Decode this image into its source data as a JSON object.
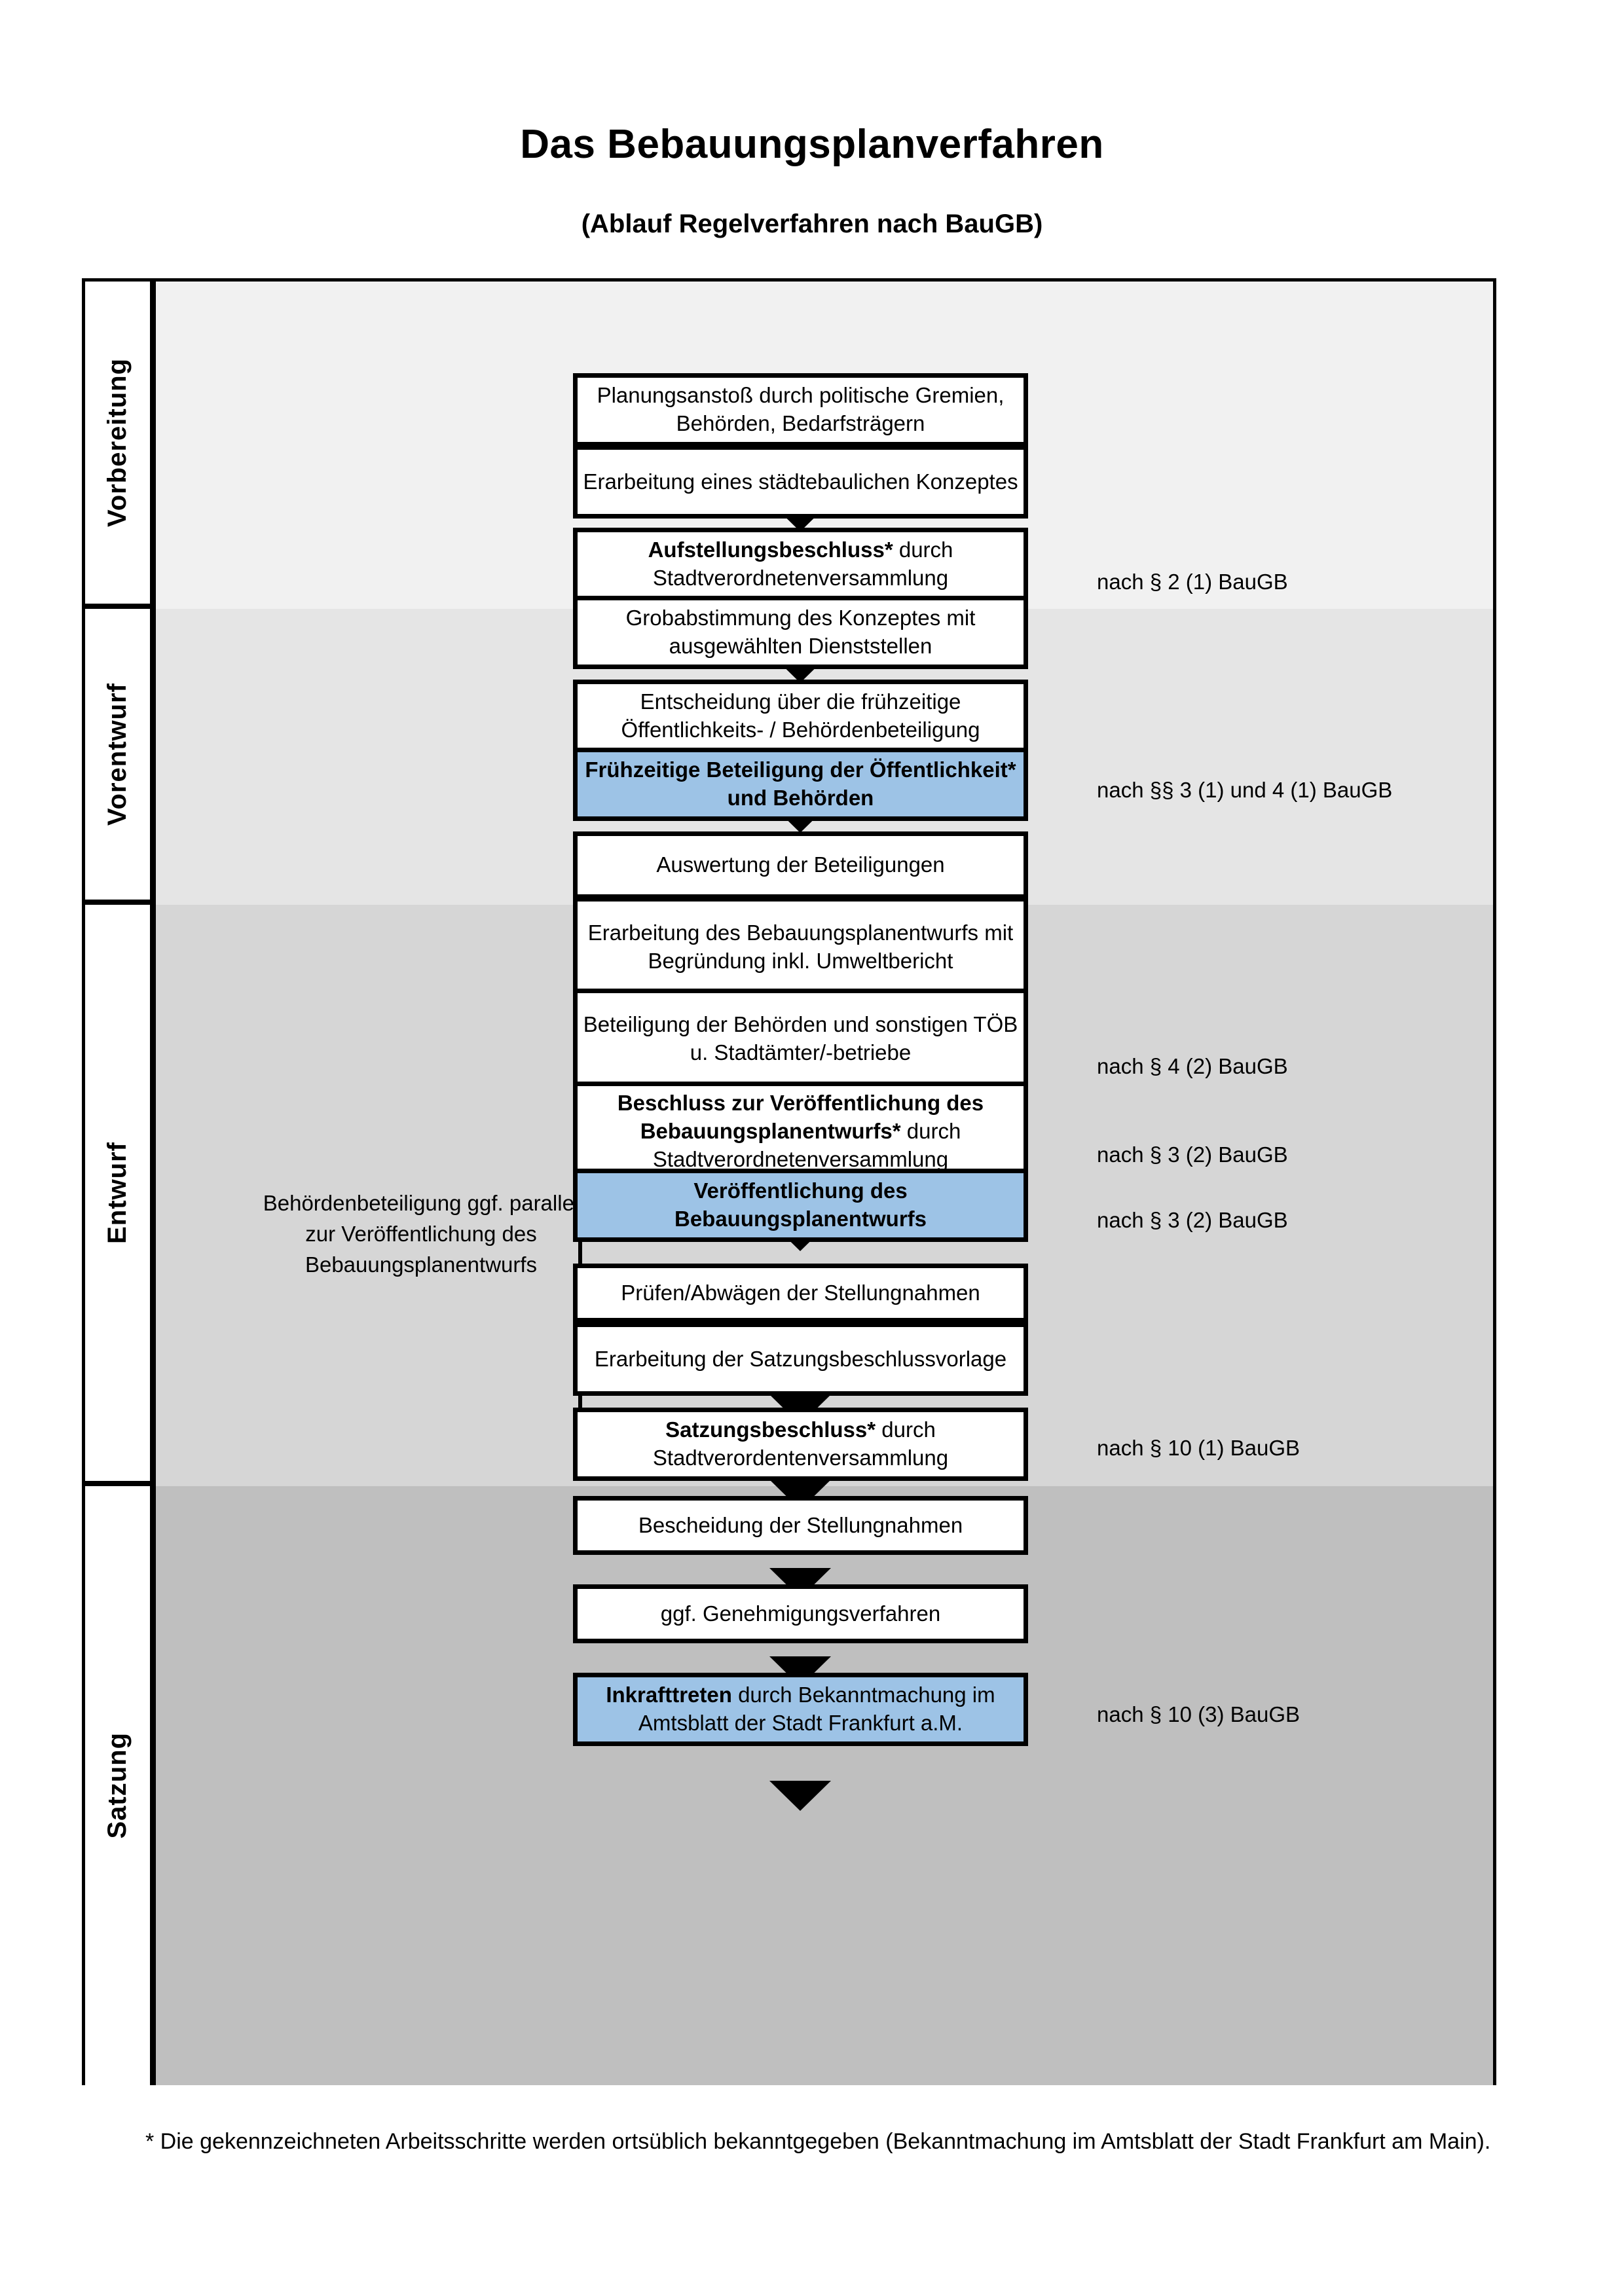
{
  "header": {
    "title": "Das Bebauungsplanverfahren",
    "subtitle": "(Ablauf Regelverfahren nach BauGB)"
  },
  "colors": {
    "highlight_box": "#9DC3E6",
    "band_vorbereitung": "#F1F1F1",
    "band_vorentwurf": "#E5E5E5",
    "band_entwurf": "#D6D6D6",
    "band_satzung": "#BFBFBF",
    "border": "#000000"
  },
  "phases": [
    {
      "label": "Vorbereitung"
    },
    {
      "label": "Vorentwurf"
    },
    {
      "label": "Entwurf"
    },
    {
      "label": "Satzung"
    }
  ],
  "steps": [
    {
      "id": "s1",
      "phase": "Vorbereitung",
      "highlight": false,
      "bold_prefix": "",
      "text": "Planungsanstoß durch politische Gremien, Behörden, Bedarfsträgern"
    },
    {
      "id": "s2",
      "phase": "Vorbereitung",
      "highlight": false,
      "bold_prefix": "",
      "text": "Erarbeitung eines städtebaulichen Konzeptes"
    },
    {
      "id": "s3",
      "phase": "Vorbereitung",
      "highlight": false,
      "bold_prefix": "Aufstellungsbeschluss*",
      "text": " durch Stadtverordnetenversammlung"
    },
    {
      "id": "s4",
      "phase": "Vorentwurf",
      "highlight": false,
      "bold_prefix": "",
      "text": "Grobabstimmung des Konzeptes mit ausgewählten Dienststellen"
    },
    {
      "id": "s5",
      "phase": "Vorentwurf",
      "highlight": false,
      "bold_prefix": "",
      "text": "Entscheidung über die frühzeitige Öffentlichkeits- / Behördenbeteiligung"
    },
    {
      "id": "s6",
      "phase": "Vorentwurf",
      "highlight": true,
      "bold_prefix": "Frühzeitige Beteiligung der Öffentlichkeit* und Behörden",
      "text": ""
    },
    {
      "id": "s7",
      "phase": "Entwurf",
      "highlight": false,
      "bold_prefix": "",
      "text": "Auswertung der Beteiligungen"
    },
    {
      "id": "s8",
      "phase": "Entwurf",
      "highlight": false,
      "bold_prefix": "",
      "text": "Erarbeitung des Bebauungsplanentwurfs mit Begründung inkl. Umweltbericht"
    },
    {
      "id": "s9",
      "phase": "Entwurf",
      "highlight": false,
      "bold_prefix": "",
      "text": "Beteiligung der Behörden und sonstigen TÖB u. Stadtämter/-betriebe"
    },
    {
      "id": "s10",
      "phase": "Entwurf",
      "highlight": false,
      "bold_prefix": "Beschluss zur Veröffentlichung des Bebauungsplanentwurfs*",
      "text": " durch Stadtverordnetenversammlung"
    },
    {
      "id": "s11",
      "phase": "Entwurf",
      "highlight": true,
      "bold_prefix": "Veröffentlichung des Bebauungsplanentwurfs",
      "text": ""
    },
    {
      "id": "s12",
      "phase": "Satzung",
      "highlight": false,
      "bold_prefix": "",
      "text": "Prüfen/Abwägen der Stellungnahmen"
    },
    {
      "id": "s13",
      "phase": "Satzung",
      "highlight": false,
      "bold_prefix": "",
      "text": "Erarbeitung der Satzungsbeschlussvorlage"
    },
    {
      "id": "s14",
      "phase": "Satzung",
      "highlight": false,
      "bold_prefix": "Satzungsbeschluss*",
      "text": " durch Stadtverordentenversammlung"
    },
    {
      "id": "s15",
      "phase": "Satzung",
      "highlight": false,
      "bold_prefix": "",
      "text": "Bescheidung der Stellungnahmen"
    },
    {
      "id": "s16",
      "phase": "Satzung",
      "highlight": false,
      "bold_prefix": "",
      "text": "ggf. Genehmigungsverfahren"
    },
    {
      "id": "s17",
      "phase": "Satzung",
      "highlight": true,
      "bold_prefix": "Inkrafttreten",
      "text": " durch Bekanntmachung im Amtsblatt der Stadt Frankfurt a.M."
    }
  ],
  "references": [
    {
      "for": "s3",
      "text": "nach § 2 (1) BauGB"
    },
    {
      "for": "s6",
      "text": "nach §§ 3 (1) und 4 (1) BauGB"
    },
    {
      "for": "s9",
      "text": "nach § 4 (2) BauGB"
    },
    {
      "for": "s10",
      "text": "nach § 3 (2) BauGB"
    },
    {
      "for": "s11",
      "text": "nach § 3 (2) BauGB"
    },
    {
      "for": "s14",
      "text": "nach § 10 (1) BauGB"
    },
    {
      "for": "s17",
      "text": "nach § 10 (3) BauGB"
    }
  ],
  "side_note": "Behördenbeteiligung ggf. parallel zur Veröffentlichung des Bebauungsplanentwurfs",
  "footnote": "* Die gekennzeichneten Arbeitsschritte werden ortsüblich bekanntgegeben (Bekanntmachung im Amtsblatt  der Stadt Frankfurt am Main)."
}
